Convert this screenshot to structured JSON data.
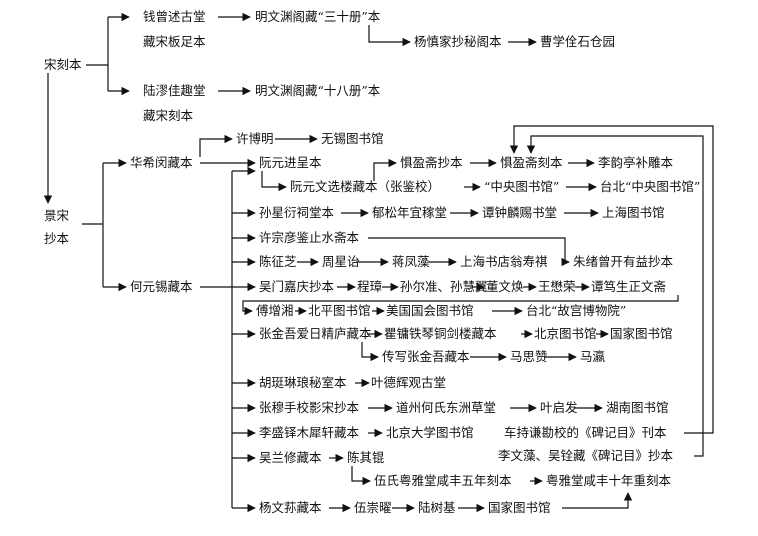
{
  "nodes": {
    "song_ke": "宋刻本",
    "qian_ceng": "钱曾述古堂",
    "cang_song_ban": "藏宋板足本",
    "ming_wyg_30": "明文渊阁藏“三十册”本",
    "yang_shen": "杨慎家抄秘阁本",
    "cao_xuequan": "曹学佺石仓园",
    "lu_miu": "陆漻佳趣堂",
    "cang_song_ke": "藏宋刻本",
    "ming_wyg_18": "明文渊阁藏“十八册”本",
    "jingsong": "景宋",
    "chaoben": "抄本",
    "hua_xiquan": "华希闵藏本",
    "xu_boming": "许博明",
    "wuxi_lib": "无锡图书馆",
    "ruan_jincheng": "阮元进呈本",
    "ruan_wenxuan": "阮元文选楼藏本（张鉴校）",
    "jyz_chao": "惧盈斋抄本",
    "jyz_ke": "惧盈斋刻本",
    "li_yunting": "李韵亭补雕本",
    "central_lib": "“中央图书馆”",
    "taibei_central": "台北“中央图书馆”",
    "he_yuanxi": "何元锡藏本",
    "sun_xingyan": "孙星衍祠堂本",
    "yu_songnian": "郁松年宜稼堂",
    "tan_zhonglin": "谭钟麟赐书堂",
    "shanghai_lib": "上海图书馆",
    "xu_zongyan": "许宗彦鉴止水斋本",
    "zhu_xuzeng": "朱绪曾开有益抄本",
    "chen_zhengzhi": "陈征芝",
    "zhou_xingyi": "周星诒",
    "jiang_fengzao": "蒋凤藻",
    "shanghai_shudian": "上海书店翁寿祺",
    "wumen_jiaqing": "吴门嘉庆抄本",
    "cheng_zhang": "程璋",
    "sun_er": "孙尔准、孙慧翼",
    "dong_wenhuan": "董文焕",
    "wang_maorong": "王懋荣",
    "tan_dusheng": "谭笃生正文斋",
    "fu_zengxiang": "傅增湘",
    "beiping_lib": "北平图书馆",
    "us_lib": "美国国会图书馆",
    "taibei_palace": "台北“故宫博物院”",
    "zhang_jinwu": "张金吾爱日精庐藏本",
    "qu_yong": "瞿镛铁琴铜剑楼藏本",
    "beijing_lib": "北京图书馆",
    "national_lib": "国家图书馆",
    "chuan_xie": "传写张金吾藏本",
    "ma_sizan": "马思赞",
    "ma_ying": "马瀛",
    "hu_tinglin": "胡珽琳琅秘室本",
    "ye_dehui": "叶德辉观古堂",
    "zhang_muzhai": "张穆手校影宋抄本",
    "daozhou_he": "道州何氏东洲草堂",
    "ye_qifa": "叶启发",
    "hunan_lib": "湖南图书馆",
    "li_shengduo": "李盛铎木犀轩藏本",
    "pku_lib": "北京大学图书馆",
    "che_chiqian": "车持谦勘校的《碑记目》刊本",
    "wu_lanxiu": "吴兰修藏本",
    "chen_qikun": "陈其锟",
    "li_wenqi": "李文藻、吴铨藏《碑记目》抄本",
    "wu_yueya_5": "伍氏粤雅堂咸丰五年刻本",
    "yueya_10": "粤雅堂咸丰十年重刻本",
    "yang_wensun": "杨文荪藏本",
    "wu_chongyao": "伍崇曜",
    "lu_shuji": "陆树基",
    "national_lib_2": "国家图书馆"
  }
}
